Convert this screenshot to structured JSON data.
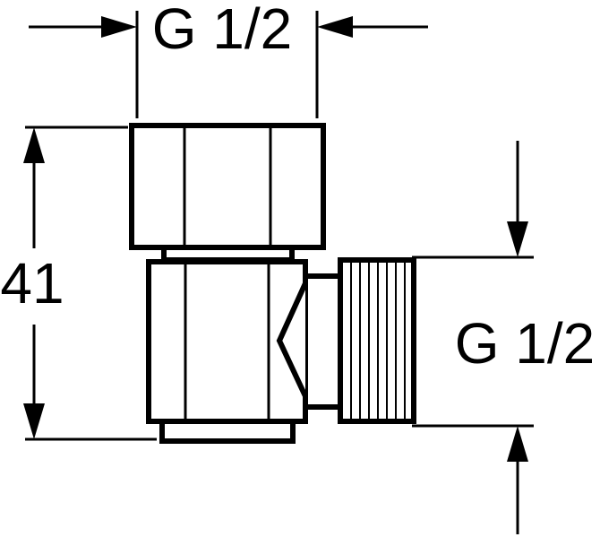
{
  "dimensions": {
    "top_width": "G 1/2",
    "height": "41",
    "side_width": "G 1/2"
  }
}
